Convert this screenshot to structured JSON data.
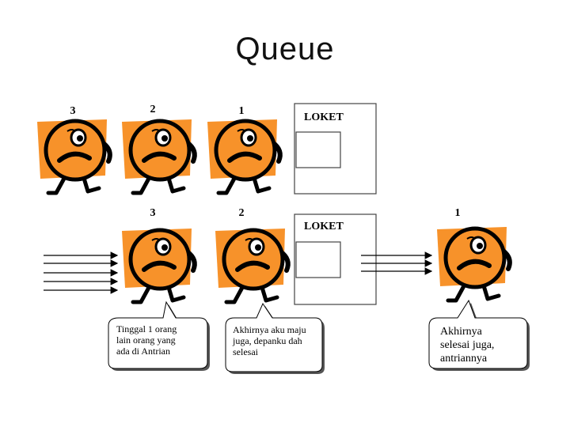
{
  "title": "Queue",
  "colors": {
    "face": "#f7922a",
    "backdrop": "#f7922a",
    "outline": "#000000",
    "box_stroke": "#444444",
    "bubble_shadow": "#555555"
  },
  "top_row": {
    "labels": [
      "3",
      "2",
      "1"
    ],
    "counter_label": "LOKET"
  },
  "bottom_row": {
    "labels": [
      "3",
      "2",
      "1"
    ],
    "counter_label": "LOKET"
  },
  "bubbles": [
    {
      "text_lines": [
        "Tinggal 1 orang",
        "lain orang yang",
        "ada di Antrian"
      ]
    },
    {
      "text_lines": [
        "Akhirnya aku maju",
        "juga, depanku dah",
        "selesai"
      ]
    },
    {
      "text_lines": [
        "Akhirnya",
        "selesai juga,",
        "antriannya"
      ]
    }
  ]
}
